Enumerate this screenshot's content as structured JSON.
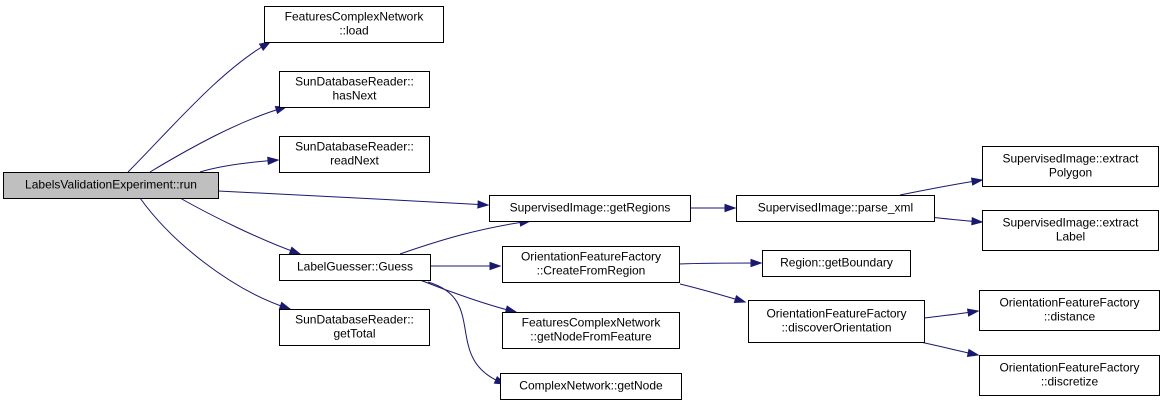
{
  "colors": {
    "edge": "#191970",
    "root_fill": "#bfbfbf",
    "node_fill": "#ffffff",
    "node_border": "#000000"
  },
  "nodes": [
    {
      "id": "lve_run",
      "lines": [
        "LabelsValidationExperiment::run"
      ],
      "root": true
    },
    {
      "id": "fcn_load",
      "lines": [
        "FeaturesComplexNetwork",
        "::load"
      ]
    },
    {
      "id": "sdr_hasnext",
      "lines": [
        "SunDatabaseReader::",
        "hasNext"
      ]
    },
    {
      "id": "sdr_readnext",
      "lines": [
        "SunDatabaseReader::",
        "readNext"
      ]
    },
    {
      "id": "si_getregions",
      "lines": [
        "SupervisedImage::getRegions"
      ]
    },
    {
      "id": "lg_guess",
      "lines": [
        "LabelGuesser::Guess"
      ]
    },
    {
      "id": "sdr_gettotal",
      "lines": [
        "SunDatabaseReader::",
        "getTotal"
      ]
    },
    {
      "id": "si_parsexml",
      "lines": [
        "SupervisedImage::parse_xml"
      ]
    },
    {
      "id": "ofc_createfromregion",
      "lines": [
        "OrientationFeatureFactory",
        "::CreateFromRegion"
      ]
    },
    {
      "id": "fcn_getnodefromfeature",
      "lines": [
        "FeaturesComplexNetwork",
        "::getNodeFromFeature"
      ]
    },
    {
      "id": "cn_getnode",
      "lines": [
        "ComplexNetwork::getNode"
      ]
    },
    {
      "id": "si_extractpolygon",
      "lines": [
        "SupervisedImage::extract",
        "Polygon"
      ]
    },
    {
      "id": "si_extractlabel",
      "lines": [
        "SupervisedImage::extract",
        "Label"
      ]
    },
    {
      "id": "region_getboundary",
      "lines": [
        "Region::getBoundary"
      ]
    },
    {
      "id": "ofc_discoverorientation",
      "lines": [
        "OrientationFeatureFactory",
        "::discoverOrientation"
      ]
    },
    {
      "id": "ofc_distance",
      "lines": [
        "OrientationFeatureFactory",
        "::distance"
      ]
    },
    {
      "id": "ofc_discretize",
      "lines": [
        "OrientationFeatureFactory",
        "::discretize"
      ]
    }
  ],
  "edges": [
    {
      "from": "lve_run",
      "to": "fcn_load"
    },
    {
      "from": "lve_run",
      "to": "sdr_hasnext"
    },
    {
      "from": "lve_run",
      "to": "sdr_readnext"
    },
    {
      "from": "lve_run",
      "to": "si_getregions"
    },
    {
      "from": "lve_run",
      "to": "lg_guess"
    },
    {
      "from": "lve_run",
      "to": "sdr_gettotal"
    },
    {
      "from": "si_getregions",
      "to": "si_parsexml"
    },
    {
      "from": "si_parsexml",
      "to": "si_extractpolygon"
    },
    {
      "from": "si_parsexml",
      "to": "si_extractlabel"
    },
    {
      "from": "lg_guess",
      "to": "si_getregions"
    },
    {
      "from": "lg_guess",
      "to": "ofc_createfromregion"
    },
    {
      "from": "lg_guess",
      "to": "fcn_getnodefromfeature"
    },
    {
      "from": "lg_guess",
      "to": "cn_getnode"
    },
    {
      "from": "ofc_createfromregion",
      "to": "region_getboundary"
    },
    {
      "from": "ofc_createfromregion",
      "to": "ofc_discoverorientation"
    },
    {
      "from": "ofc_discoverorientation",
      "to": "ofc_distance"
    },
    {
      "from": "ofc_discoverorientation",
      "to": "ofc_discretize"
    }
  ]
}
